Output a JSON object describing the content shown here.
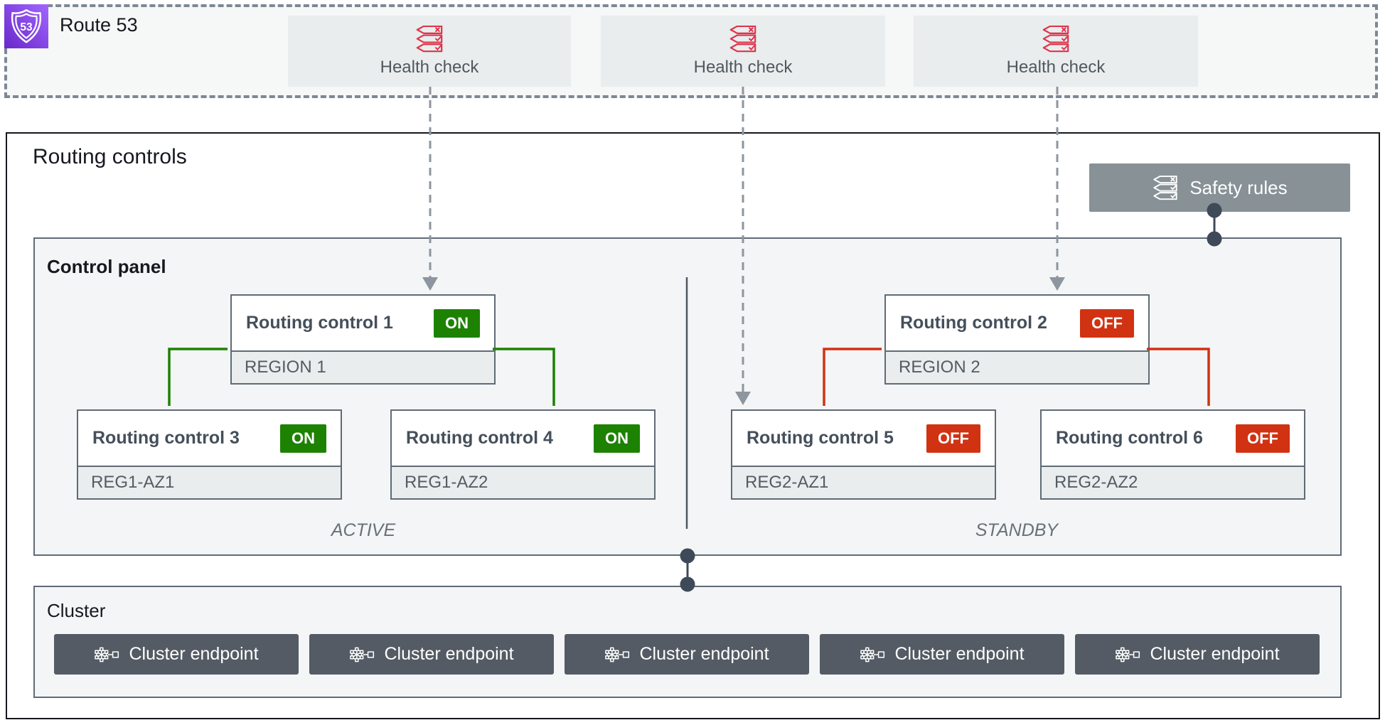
{
  "route53": {
    "label": "Route 53"
  },
  "health_checks": [
    {
      "label": "Health check"
    },
    {
      "label": "Health check"
    },
    {
      "label": "Health check"
    }
  ],
  "routing_controls": {
    "title": "Routing controls"
  },
  "safety_rules": {
    "label": "Safety rules"
  },
  "control_panel": {
    "title": "Control panel",
    "groups": [
      {
        "zone_label": "ACTIVE",
        "parent": {
          "name": "Routing control 1",
          "state": "ON",
          "region": "REGION 1"
        },
        "children": [
          {
            "name": "Routing control 3",
            "state": "ON",
            "region": "REG1-AZ1"
          },
          {
            "name": "Routing control 4",
            "state": "ON",
            "region": "REG1-AZ2"
          }
        ]
      },
      {
        "zone_label": "STANDBY",
        "parent": {
          "name": "Routing control 2",
          "state": "OFF",
          "region": "REGION 2"
        },
        "children": [
          {
            "name": "Routing control 5",
            "state": "OFF",
            "region": "REG2-AZ1"
          },
          {
            "name": "Routing control 6",
            "state": "OFF",
            "region": "REG2-AZ2"
          }
        ]
      }
    ]
  },
  "cluster": {
    "title": "Cluster",
    "endpoints": [
      "Cluster endpoint",
      "Cluster endpoint",
      "Cluster endpoint",
      "Cluster endpoint",
      "Cluster endpoint"
    ]
  },
  "icons": {
    "route53": "route53-shield-icon",
    "health_check": "checklist-icon",
    "safety_rules": "checklist-icon",
    "cluster_endpoint": "cluster-endpoint-icon"
  },
  "colors": {
    "on_green": "#1d8102",
    "off_red": "#d13212",
    "health_check_pink": "#dd344c",
    "safety_rules_gray": "#879196",
    "endpoint_slate": "#545b64",
    "route53_purple": "#8c4fff",
    "connector_arrow_gray": "#8d969e",
    "dot_dark": "#3f4a58"
  }
}
